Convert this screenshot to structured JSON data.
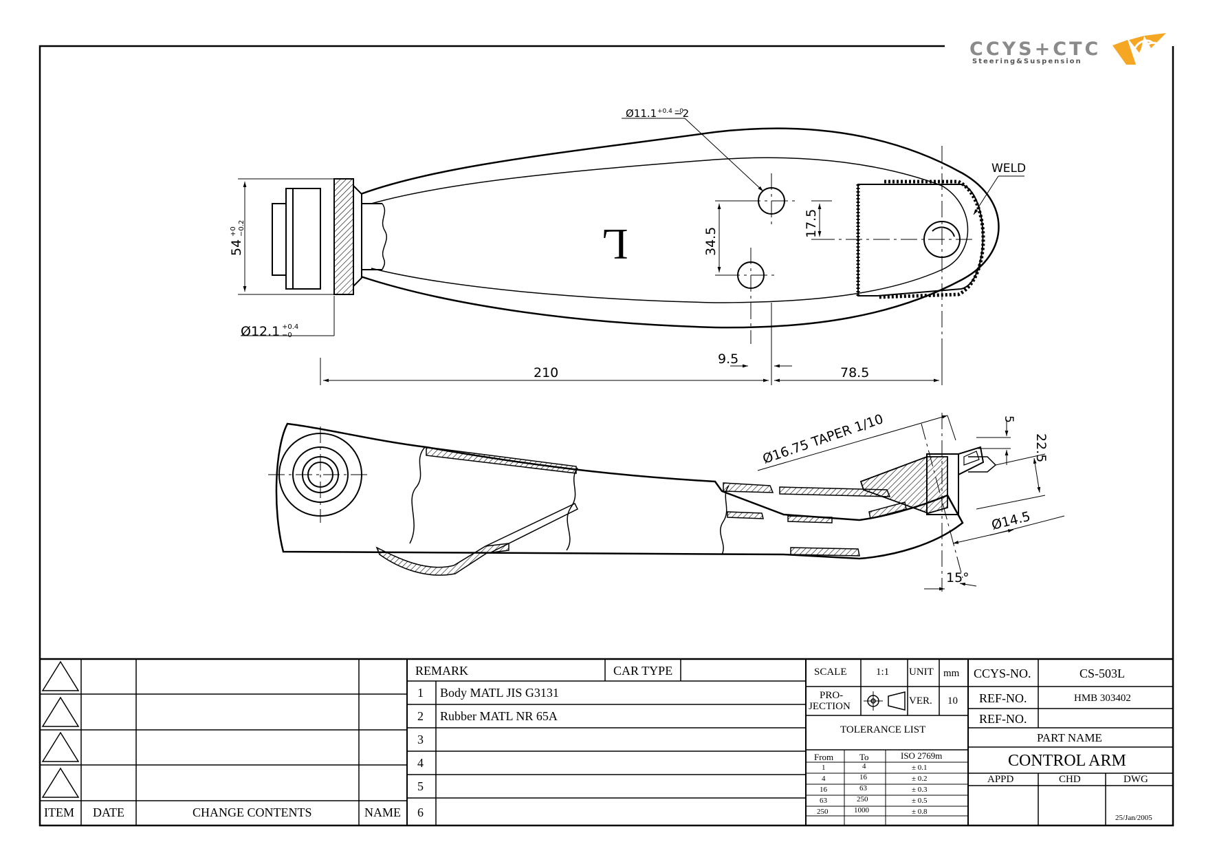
{
  "logo": {
    "text": "CCYS+CTC",
    "subtitle": "Steering&Suspension"
  },
  "drawing": {
    "top_view": {
      "hole_callout": "Ø11.1",
      "hole_tol": "+0.4 −0",
      "hole_count": "−2",
      "weld": "WELD",
      "side_mark": "L",
      "dim_54": "54",
      "dim_54_tol_up": "+0",
      "dim_54_tol_dn": "−0.2",
      "dim_12": "Ø12.1",
      "dim_12_tol_up": "+0.4",
      "dim_12_tol_dn": "−0",
      "dim_345": "34.5",
      "dim_175": "17.5",
      "dim_95": "9.5",
      "dim_210": "210",
      "dim_785": "78.5"
    },
    "side_view": {
      "taper": "Ø16.75 TAPER 1/10",
      "dim_5": "5",
      "dim_225": "22.5",
      "dim_145": "Ø14.5",
      "angle": "15°"
    }
  },
  "revision_block": {
    "headers": {
      "item": "ITEM",
      "date": "DATE",
      "change": "CHANGE CONTENTS",
      "name": "NAME"
    }
  },
  "remarks": {
    "header": "REMARK",
    "car_type_label": "CAR TYPE",
    "car_type_value": "",
    "rows": [
      {
        "num": "1",
        "text": "Body MATL JIS G3131"
      },
      {
        "num": "2",
        "text": "Rubber MATL NR 65A"
      },
      {
        "num": "3",
        "text": ""
      },
      {
        "num": "4",
        "text": ""
      },
      {
        "num": "5",
        "text": ""
      },
      {
        "num": "6",
        "text": ""
      }
    ]
  },
  "specs": {
    "scale_label": "SCALE",
    "scale_value": "1:1",
    "unit_label": "UNIT",
    "unit_value": "mm",
    "projection_label_1": "PRO-",
    "projection_label_2": "JECTION",
    "ver_label": "VER.",
    "ver_value": "10"
  },
  "tolerance": {
    "title": "TOLERANCE LIST",
    "col_from": "From",
    "col_to": "To",
    "col_std": "ISO 2769m",
    "rows": [
      {
        "from": "1",
        "to": "4",
        "tol": "± 0.1"
      },
      {
        "from": "4",
        "to": "16",
        "tol": "± 0.2"
      },
      {
        "from": "16",
        "to": "63",
        "tol": "± 0.3"
      },
      {
        "from": "63",
        "to": "250",
        "tol": "± 0.5"
      },
      {
        "from": "250",
        "to": "1000",
        "tol": "± 0.8"
      }
    ]
  },
  "identity": {
    "ccys_label": "CCYS-NO.",
    "ccys_value": "CS-503L",
    "ref1_label": "REF-NO.",
    "ref1_value": "HMB 303402",
    "ref2_label": "REF-NO.",
    "ref2_value": "",
    "part_name_label": "PART NAME",
    "part_name": "CONTROL ARM",
    "appd": "APPD",
    "chd": "CHD",
    "dwg": "DWG",
    "date": "25/Jan/2005"
  }
}
